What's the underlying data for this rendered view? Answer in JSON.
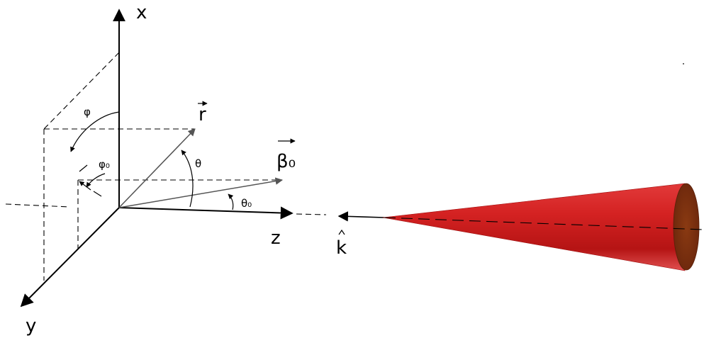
{
  "axes": {
    "x_label": "x",
    "y_label": "y",
    "z_label": "z"
  },
  "vectors": {
    "r_label": "r",
    "beta_label": "β₀",
    "k_label": "k"
  },
  "angles": {
    "theta": "θ",
    "theta0": "θ₀",
    "phi": "φ",
    "phi0": "φ₀"
  },
  "colors": {
    "cone_red": "#c81a1a",
    "cone_base": "#7a2e10"
  }
}
